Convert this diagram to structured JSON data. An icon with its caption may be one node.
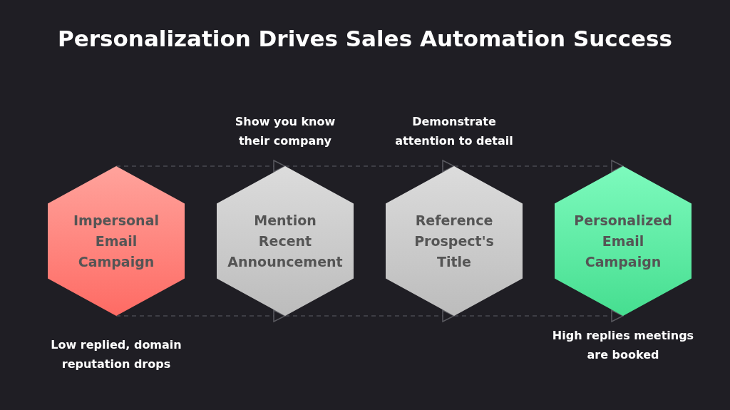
{
  "diagram": {
    "title": "Personalization Drives Sales Automation Success",
    "nodes": [
      {
        "text": [
          "Impersonal Email Campaign"
        ],
        "beside": [
          "Low replied, domain reputation drops"
        ]
      },
      {
        "text": [
          "Mention Recent Announcement"
        ],
        "beside": [
          "Show you know their company"
        ]
      },
      {
        "text": [
          "Reference Prospect's Title"
        ],
        "beside": [
          "Demonstrate attention to detail"
        ]
      },
      {
        "text": [
          "Personalized Email Campaign"
        ],
        "beside": [
          "High replies meetings are booked"
        ]
      }
    ],
    "edges": [
      {
        "from": 0,
        "to": 1,
        "arrow": "to",
        "style": "dashed"
      },
      {
        "from": 1,
        "to": 2,
        "arrow": "to",
        "style": "dashed"
      },
      {
        "from": 2,
        "to": 3,
        "arrow": "to",
        "style": "dashed"
      },
      {
        "from": 0,
        "to": 1,
        "arrow": "to",
        "style": "dashed"
      },
      {
        "from": 1,
        "to": 2,
        "arrow": "to",
        "style": "dashed"
      },
      {
        "from": 2,
        "to": 3,
        "arrow": "to",
        "style": "dashed"
      }
    ]
  }
}
